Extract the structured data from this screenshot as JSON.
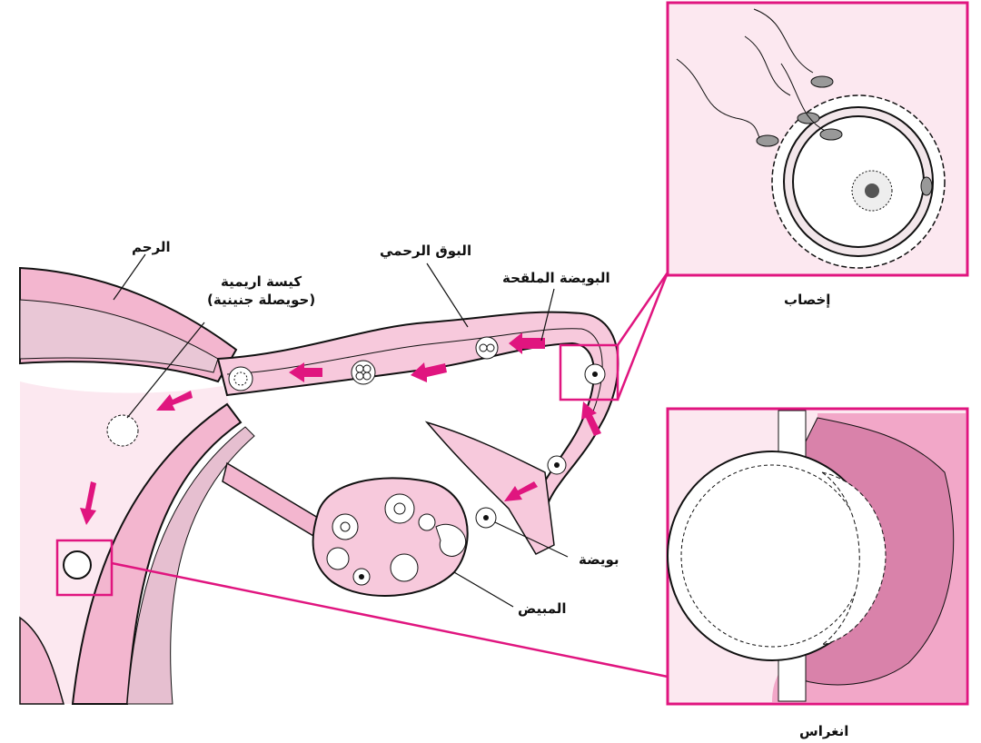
{
  "labels": {
    "uterus": "الرحم",
    "fallopian_tube": "البوق الرحمي",
    "fertilized_egg": "البويضة الملقحة",
    "blastocyst_line1": "كيسة اريمية",
    "blastocyst_line2": "(حويصلة جنينية)",
    "fertilization": "إخصاب",
    "egg": "بويضة",
    "ovary": "المبيض",
    "implantation": "انغراس"
  },
  "colors": {
    "accent_magenta": "#e0157f",
    "tissue_pink": "#f3b6cf",
    "light_pink": "#fce8f0",
    "dark_pink": "#d77aa6"
  }
}
